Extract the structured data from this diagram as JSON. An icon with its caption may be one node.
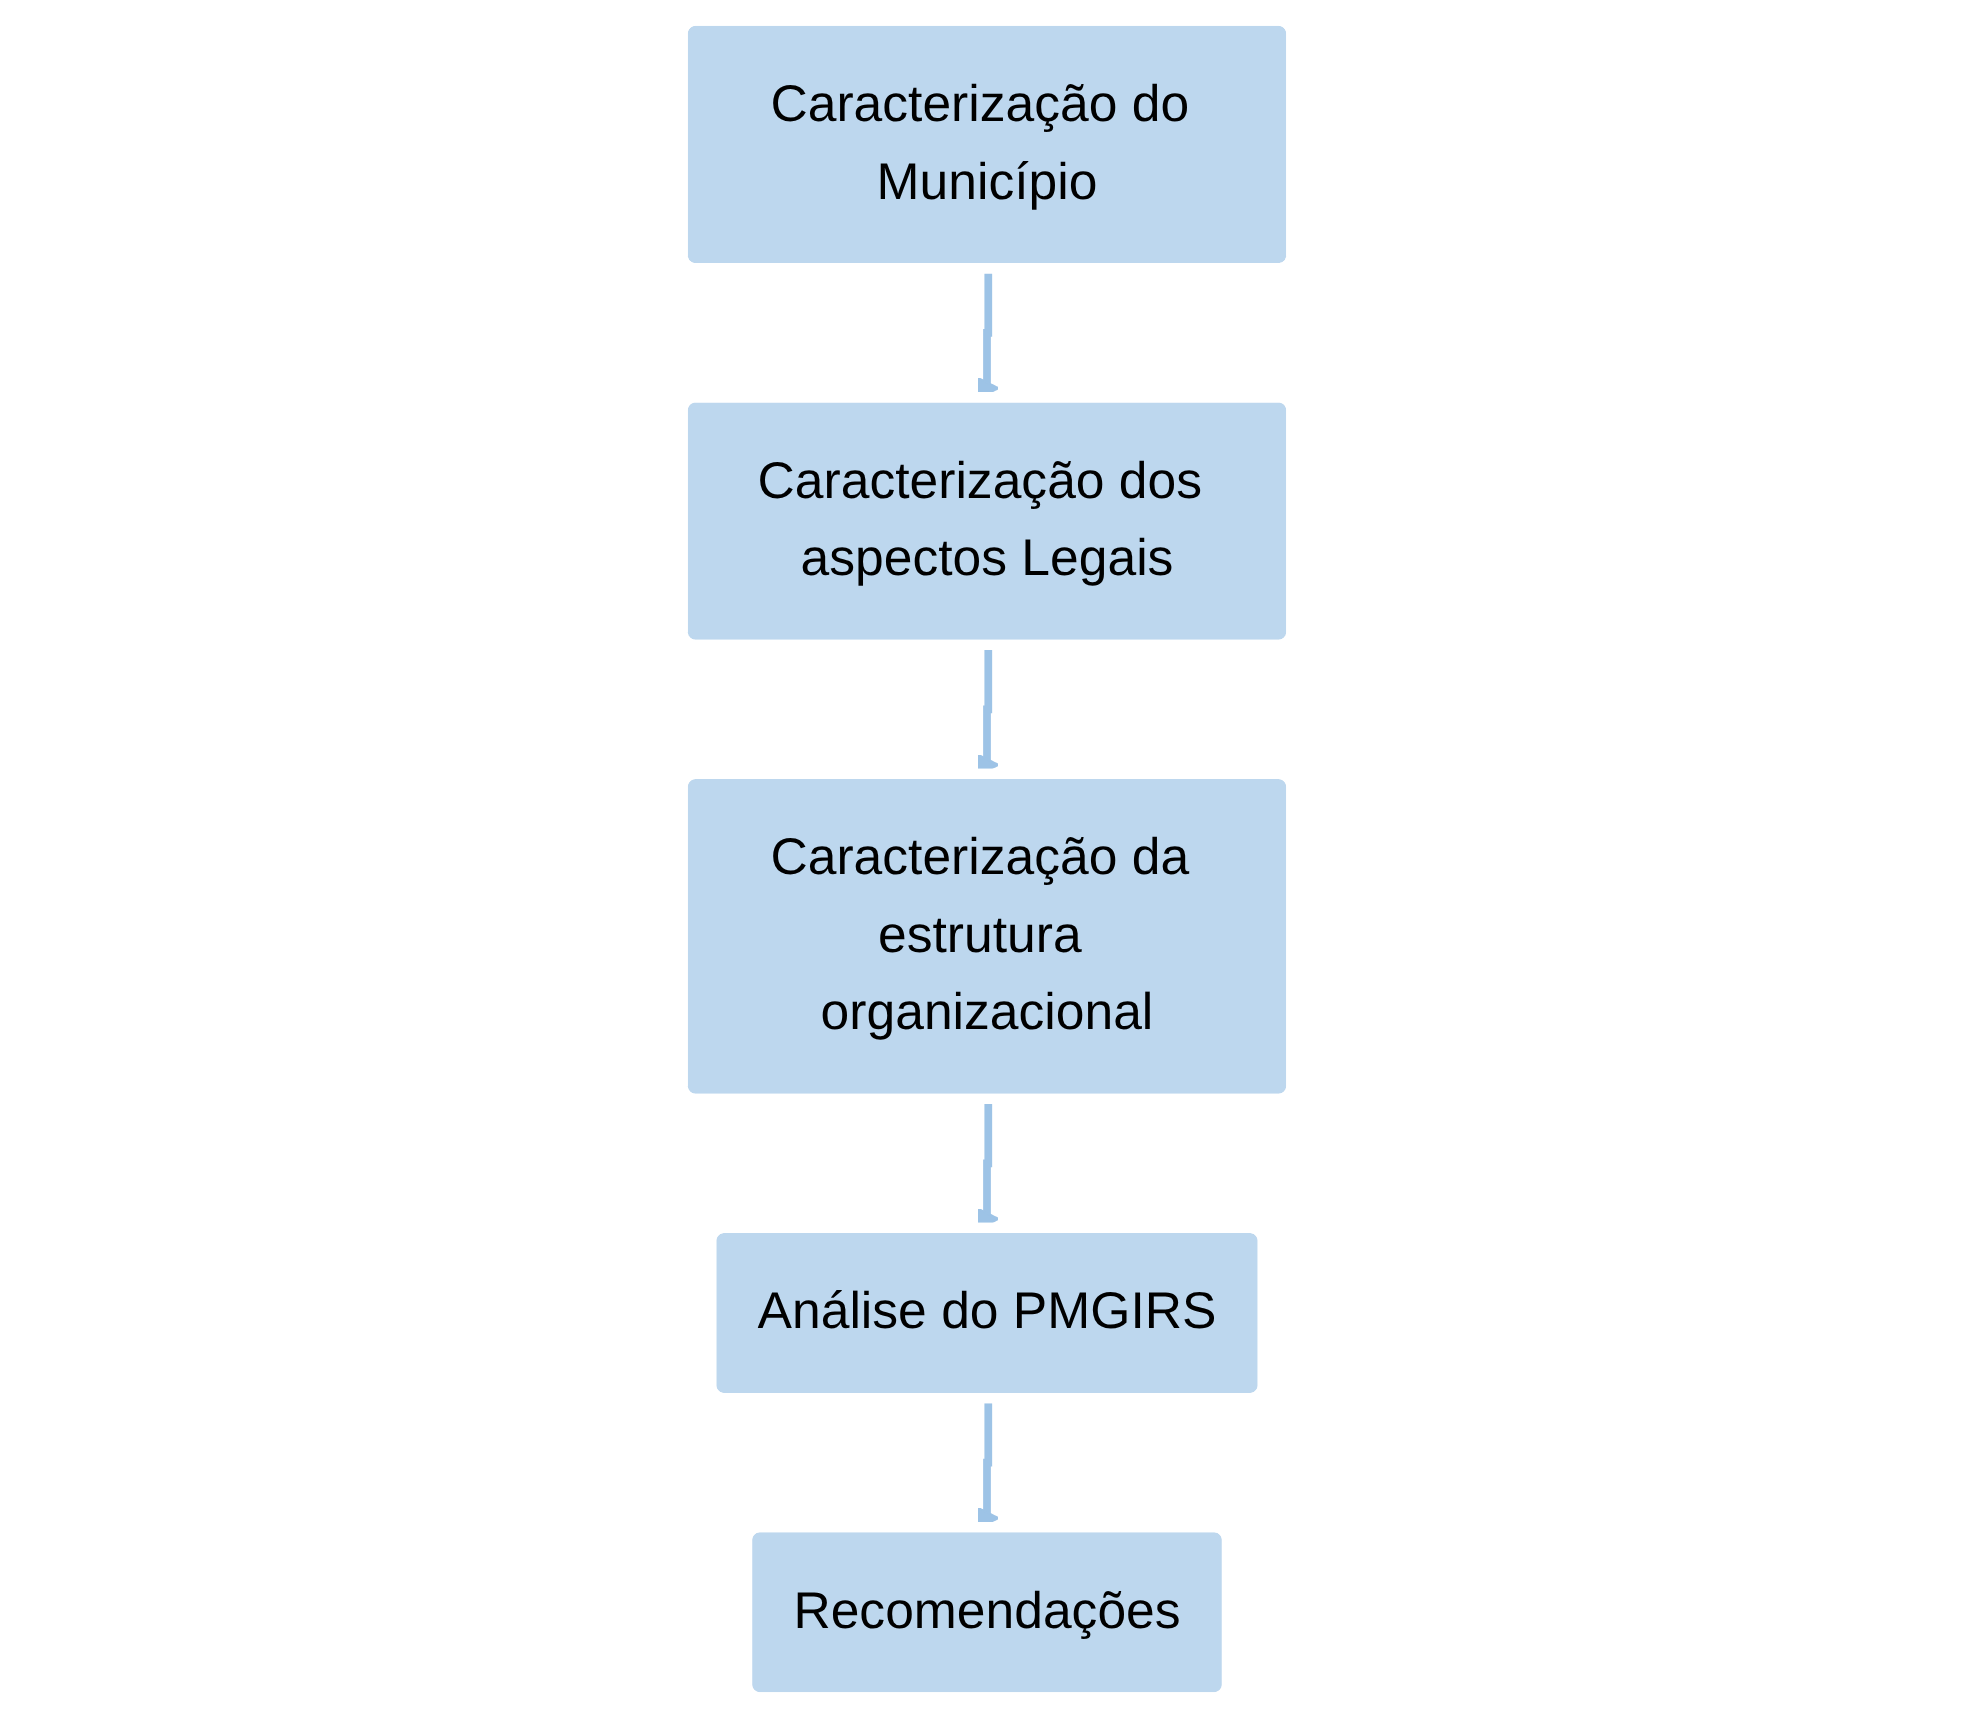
{
  "diagram": {
    "nodes": [
      {
        "text": [
          "Caracterização do Município"
        ]
      },
      {
        "text": [
          "Caracterização dos aspectos Legais"
        ]
      },
      {
        "text": [
          "Caracterização da estrutura organizacional"
        ]
      },
      {
        "text": [
          "Análise do PMGIRS"
        ]
      },
      {
        "text": [
          "Recomendações"
        ]
      }
    ],
    "edges": [
      {
        "from": 0,
        "to": 1,
        "arrow": "to"
      },
      {
        "from": 1,
        "to": 2,
        "arrow": "to"
      },
      {
        "from": 2,
        "to": 3,
        "arrow": "to"
      },
      {
        "from": 3,
        "to": 4,
        "arrow": "to"
      }
    ]
  }
}
